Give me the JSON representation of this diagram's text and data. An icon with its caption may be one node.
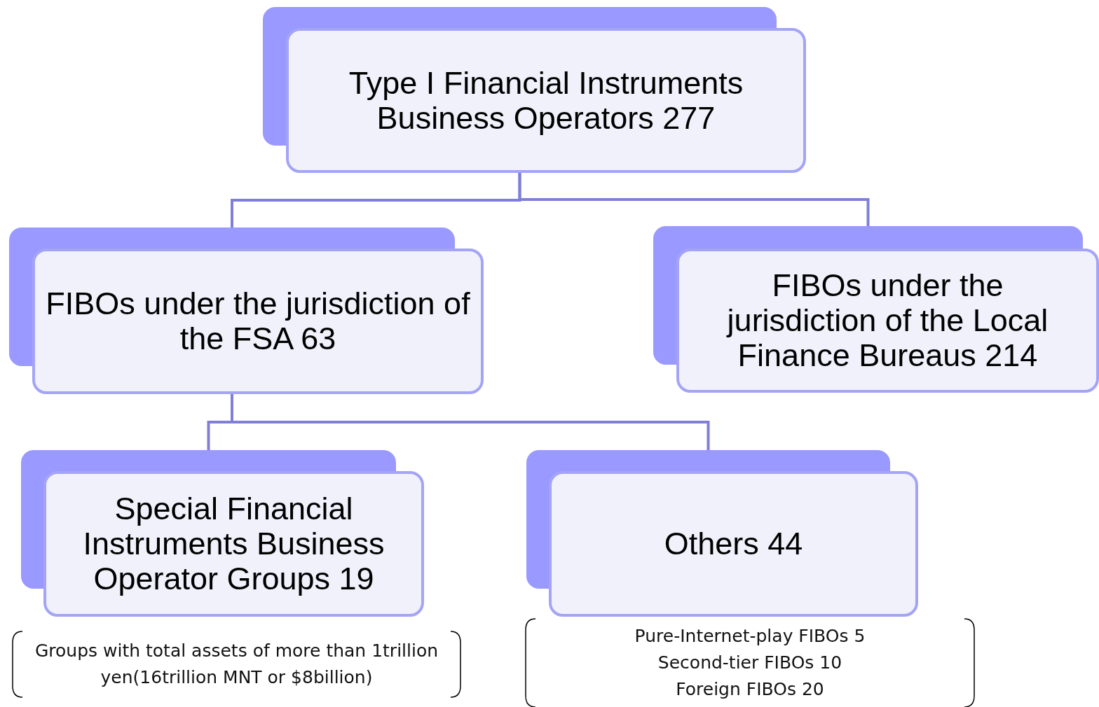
{
  "diagram": {
    "nodes": [
      {
        "text": [
          "Type I Financial Instruments Business Operators 277"
        ]
      },
      {
        "text": [
          "FIBOs under the jurisdiction of the FSA 63"
        ]
      },
      {
        "text": [
          "FIBOs under the jurisdiction of the Local Finance Bureaus 214"
        ]
      },
      {
        "text": [
          "Special Financial Instruments Business Operator Groups 19"
        ],
        "beside": [
          "Groups with total assets of more than 1trillion yen(16trillion MNT or $8billion)"
        ]
      },
      {
        "text": [
          "Others 44"
        ],
        "beside": [
          "Pure-Internet-play FIBOs 5",
          "Second-tier FIBOs 10",
          "Foreign FIBOs 20"
        ]
      }
    ],
    "edges": [
      {
        "from": 0,
        "to": 1,
        "arrow": "none"
      },
      {
        "from": 0,
        "to": 2,
        "arrow": "none"
      },
      {
        "from": 1,
        "to": 3,
        "arrow": "none"
      },
      {
        "from": 1,
        "to": 4,
        "arrow": "none"
      }
    ]
  }
}
